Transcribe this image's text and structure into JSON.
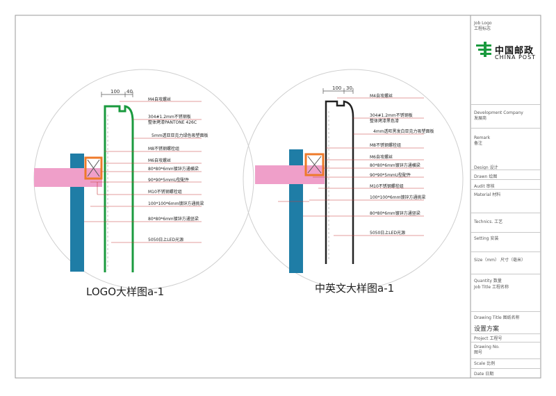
{
  "sheet": {
    "logo": {
      "job_logo_en": "Job Logo",
      "job_logo_cn": "工程标志",
      "brand_cn": "中国邮政",
      "brand_en": "CHINA POST"
    },
    "title_block": [
      {
        "en": "Development  Company",
        "cn": "发展商"
      },
      {
        "en": "Remark",
        "cn": "备注"
      },
      {
        "en": "Design",
        "cn": "设计"
      },
      {
        "en": "Drawn",
        "cn": "绘图"
      },
      {
        "en": "Audit",
        "cn": "审核"
      },
      {
        "en": "Material",
        "cn": "材料"
      },
      {
        "en": "Technics.",
        "cn": "工艺"
      },
      {
        "en": "Setting",
        "cn": "安装"
      },
      {
        "en": "Size（mm）",
        "cn": "尺寸（毫米）"
      },
      {
        "en": "Quantity",
        "cn": "数量"
      },
      {
        "en": "Job Title",
        "cn": "工程名称"
      },
      {
        "en": "Drawing Title",
        "cn": "图纸名称"
      },
      {
        "en": "设置方案",
        "cn": ""
      },
      {
        "en": "Project",
        "cn": "工程号"
      },
      {
        "en": "Drawing No.",
        "cn": "图号"
      },
      {
        "en": "Scale",
        "cn": "比例"
      },
      {
        "en": "Date",
        "cn": "日期"
      }
    ]
  },
  "details": [
    {
      "caption": "LOGO大样图a-1",
      "dim_a": "100",
      "dim_b": "40",
      "callouts": [
        "M4自攻螺丝",
        "304#1.2mm不锈钢板",
        "整体烤漆PANTONE 426C",
        "5mm透亚亚克力绿色吸塑面板",
        "M8不锈钢螺栓组",
        "M6自攻螺丝",
        "80*80*6mm镀锌方通横梁",
        "90*90*5mmU型配件",
        "M10不锈钢螺栓组",
        "100*100*6mm镀锌方通挑梁",
        "80*80*6mm镀锌方通竖梁",
        "5050日上LED光源"
      ],
      "colors": {
        "face": "#1a9a3e",
        "frame": "#ee7a2a",
        "beam": "#ef9fc9",
        "column": "#1f7da6"
      }
    },
    {
      "caption": "中英文大样图a-1",
      "dim_a": "100",
      "dim_b": "30",
      "callouts": [
        "M4自攻螺丝",
        "304#1.2mm不锈钢板",
        "整体烤漆黑色漆",
        "4mm透旺黑发白亚克力吸塑面板",
        "M8不锈钢螺栓组",
        "M6自攻螺丝",
        "80*80*6mm镀锌方通横梁",
        "90*90*5mmU型配件",
        "M10不锈钢螺栓组",
        "100*100*6mm镀锌方通挑梁",
        "80*80*6mm镀锌方通竖梁",
        "5050日上LED光源"
      ],
      "colors": {
        "face": "#222222",
        "frame": "#ee7a2a",
        "beam": "#ef9fc9",
        "column": "#1f7da6"
      }
    }
  ]
}
